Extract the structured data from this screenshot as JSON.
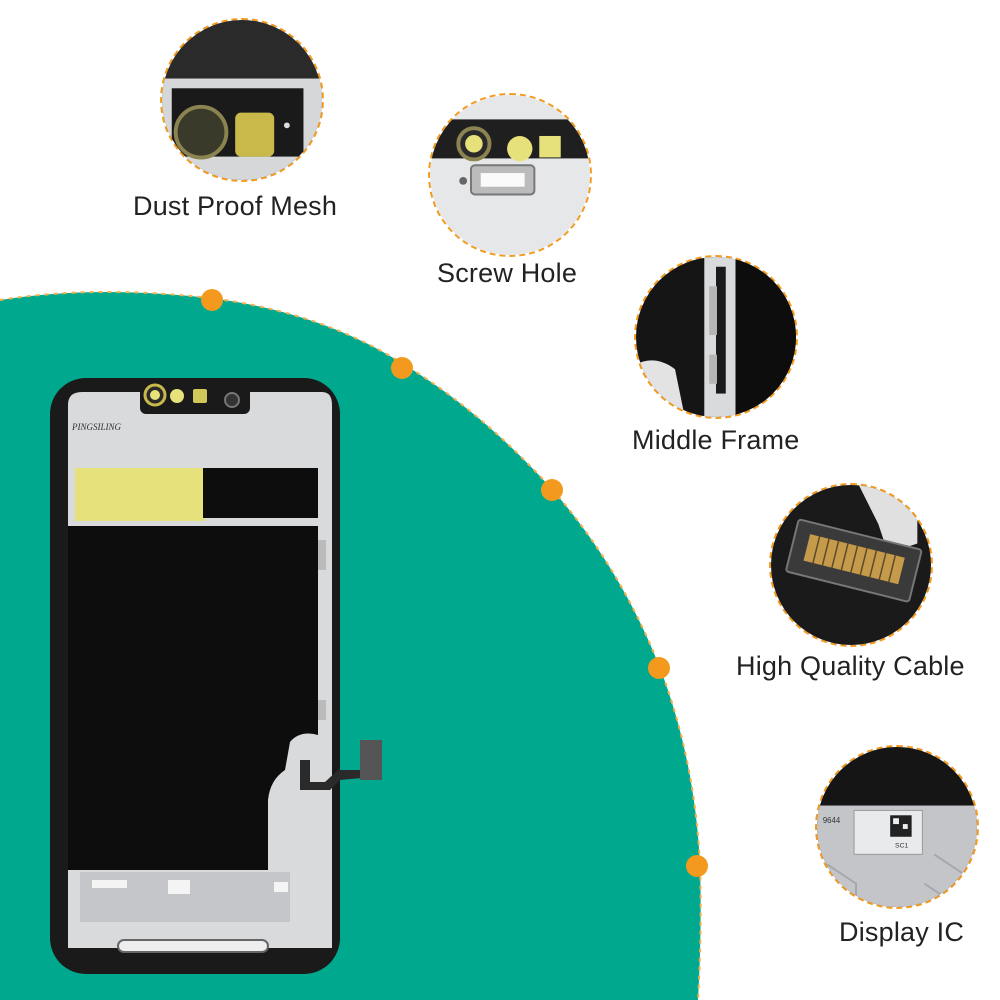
{
  "features": [
    {
      "key": "dust",
      "label": "Dust Proof Mesh"
    },
    {
      "key": "screw",
      "label": "Screw Hole"
    },
    {
      "key": "frame",
      "label": "Middle Frame"
    },
    {
      "key": "cable",
      "label": "High Quality Cable"
    },
    {
      "key": "ic",
      "label": "Display IC"
    }
  ],
  "phone": {
    "brand_text": "PINGSILING",
    "chip_code": "9644",
    "chip_mark": "SC1"
  },
  "colors": {
    "teal": "#00a98e",
    "orange": "#f39a1e",
    "frame_dark": "#1a1a1a",
    "yellow_tape": "#e6e17a"
  }
}
